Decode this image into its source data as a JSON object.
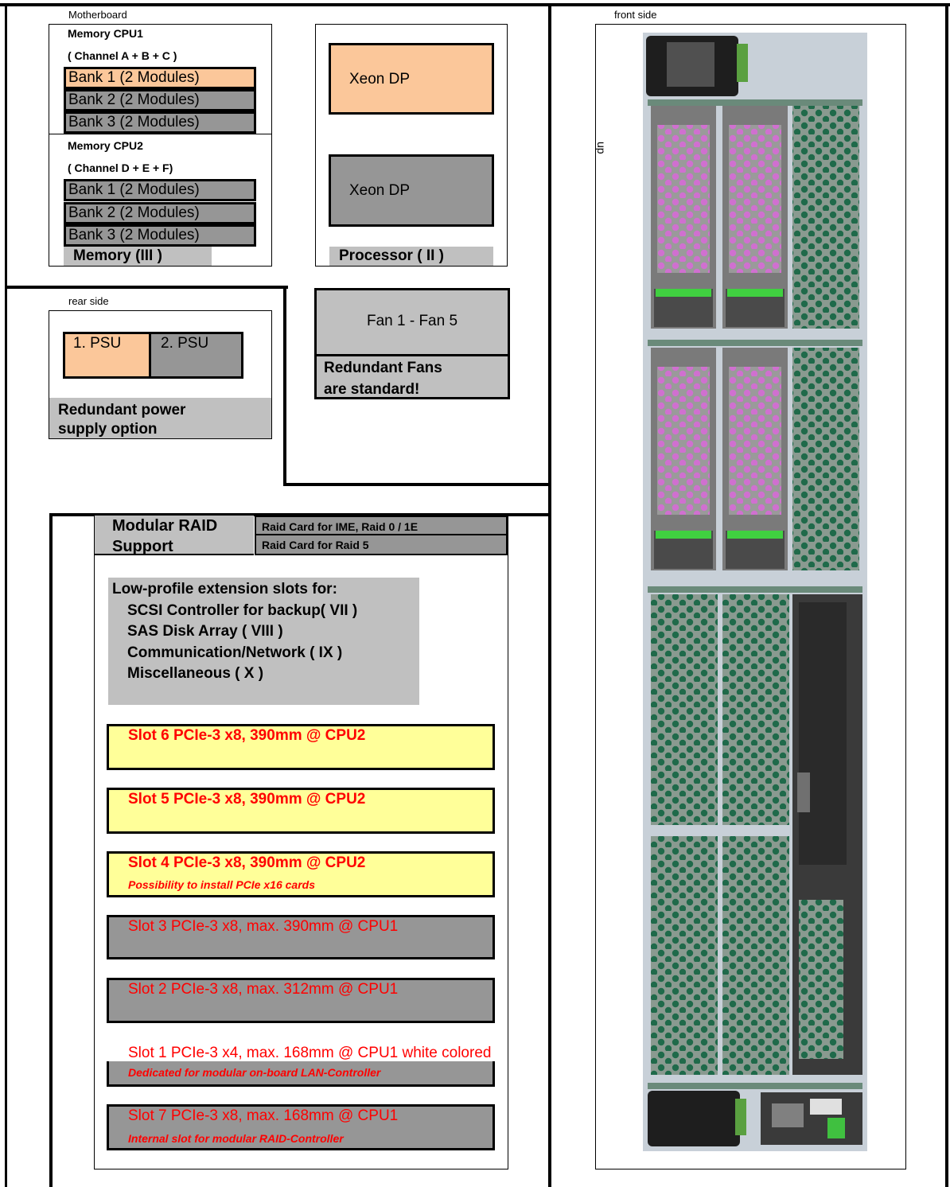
{
  "motherboard": {
    "label": "Motherboard",
    "memory_cpu1": {
      "title": "Memory CPU1",
      "channels": "( Channel A + B + C )",
      "banks": [
        "Bank 1 (2 Modules)",
        "Bank 2 (2 Modules)",
        "Bank 3 (2 Modules)"
      ]
    },
    "memory_cpu2": {
      "title": "Memory CPU2",
      "channels": "( Channel D + E + F)",
      "banks": [
        "Bank 1 (2 Modules)",
        "Bank 2 (2 Modules)",
        "Bank 3 (2 Modules)"
      ]
    },
    "memory_caption": "Memory (III )",
    "cpu1": "Xeon DP",
    "cpu2": "Xeon DP",
    "processor_caption": "Processor ( II )"
  },
  "rear": {
    "label": "rear side",
    "psu1": "1. PSU",
    "psu2": "2. PSU",
    "caption_line1": "Redundant power",
    "caption_line2": "supply option"
  },
  "fans": {
    "label": "Fan 1 - Fan 5",
    "caption_line1": "Redundant Fans",
    "caption_line2": "are standard!"
  },
  "raid": {
    "title_line1": "Modular RAID",
    "title_line2": "Support",
    "card1": "Raid Card for IME, Raid 0 / 1E",
    "card2": "Raid Card for Raid 5"
  },
  "lowprofile": {
    "title": "Low-profile extension slots for:",
    "items": [
      "SCSI Controller for backup( VII )",
      "SAS Disk Array ( VIII )",
      "Communication/Network ( IX )",
      "Miscellaneous ( X )"
    ]
  },
  "slots": [
    {
      "title": "Slot 6 PCIe-3 x8, 390mm @ CPU2",
      "note": ""
    },
    {
      "title": "Slot 5 PCIe-3 x8, 390mm @ CPU2",
      "note": ""
    },
    {
      "title": "Slot 4 PCIe-3 x8, 390mm @ CPU2",
      "note": "Possibility to install PCIe x16 cards"
    },
    {
      "title": "Slot 3 PCIe-3 x8, max. 390mm @ CPU1",
      "note": ""
    },
    {
      "title": "Slot 2 PCIe-3 x8, max. 312mm @ CPU1",
      "note": ""
    },
    {
      "title": "Slot 1 PCIe-3 x4, max. 168mm @ CPU1 white colored",
      "note": "Dedicated for modular on-board LAN-Controller"
    },
    {
      "title": "Slot 7 PCIe-3 x8, max. 168mm @ CPU1",
      "note": "Internal slot for modular RAID-Controller"
    }
  ],
  "front": {
    "label": "front side",
    "up": "up"
  },
  "colors": {
    "orange": "#fbc79a",
    "grey": "#969696",
    "lightgrey": "#c0c0c0",
    "yellow": "#ffff99",
    "red": "#ff0000"
  }
}
